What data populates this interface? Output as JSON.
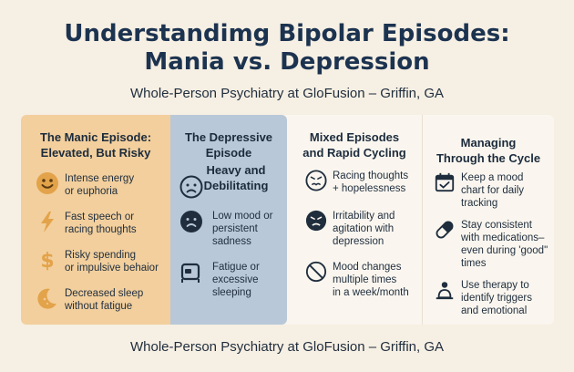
{
  "header": {
    "title_line1": "Understandimg Bipolar Episodes:",
    "title_line2": "Mania vs. Depression",
    "subtitle": "Whole-Person Psychiatry at GloFusion – Griffin, GA"
  },
  "columns": {
    "manic": {
      "heading_line1": "The Manic Episode:",
      "heading_line2": "Elevated, But Risky",
      "items": [
        {
          "icon": "smiley-face-icon",
          "line1": "Intense energy",
          "line2": "or euphoria"
        },
        {
          "icon": "lightning-bolt-icon",
          "line1": "Fast speech or",
          "line2": "racing thoughts"
        },
        {
          "icon": "dollar-sign-icon",
          "line1": "Risky spending",
          "line2": "or impulsive behaior"
        },
        {
          "icon": "moon-icon",
          "line1": "Decreased sleep",
          "line2": "without fatigue"
        }
      ],
      "color": "#f2cf9d"
    },
    "depressive": {
      "heading_line1": "The Depressive",
      "heading_line2": "Episode",
      "subheading_line1": "Heavy and",
      "subheading_line2": "Debilitating",
      "items": [
        {
          "icon": "sad-face-icon",
          "line1": "Low mood or",
          "line2": "persistent",
          "line3": "sadness"
        },
        {
          "icon": "bed-icon",
          "line1": "Fatigue or",
          "line2": "excessive",
          "line3": "sleeping"
        }
      ],
      "color": "#b8c8d8"
    },
    "mixed": {
      "heading_line1": "Mixed Episodes",
      "heading_line2": "and Rapid Cycling",
      "items": [
        {
          "icon": "distressed-face-icon",
          "line1": "Racing thoughts",
          "line2": "+ hopelessness"
        },
        {
          "icon": "angry-face-icon",
          "line1": "Irritability and",
          "line2": "agitation with",
          "line3": "depression"
        },
        {
          "icon": "cycle-circle-icon",
          "line1": "Mood changes",
          "line2": "multiple times",
          "line3": "in a week/month"
        }
      ]
    },
    "managing": {
      "heading_line1": "Managing",
      "heading_line2": "Through the Cycle",
      "items": [
        {
          "icon": "calendar-check-icon",
          "line1": "Keep a mood",
          "line2": "chart for daily",
          "line3": "tracking"
        },
        {
          "icon": "pill-icon",
          "line1": "Stay consistent",
          "line2": "with medications–",
          "line3": "even during 'good\"",
          "line4": "times"
        },
        {
          "icon": "therapy-person-icon",
          "line1": "Use therapy to",
          "line2": "identify triggers",
          "line3": "and emotional"
        }
      ]
    }
  },
  "footer": {
    "text": "Whole-Person Psychiatry at GloFusion – Griffin, GA"
  }
}
